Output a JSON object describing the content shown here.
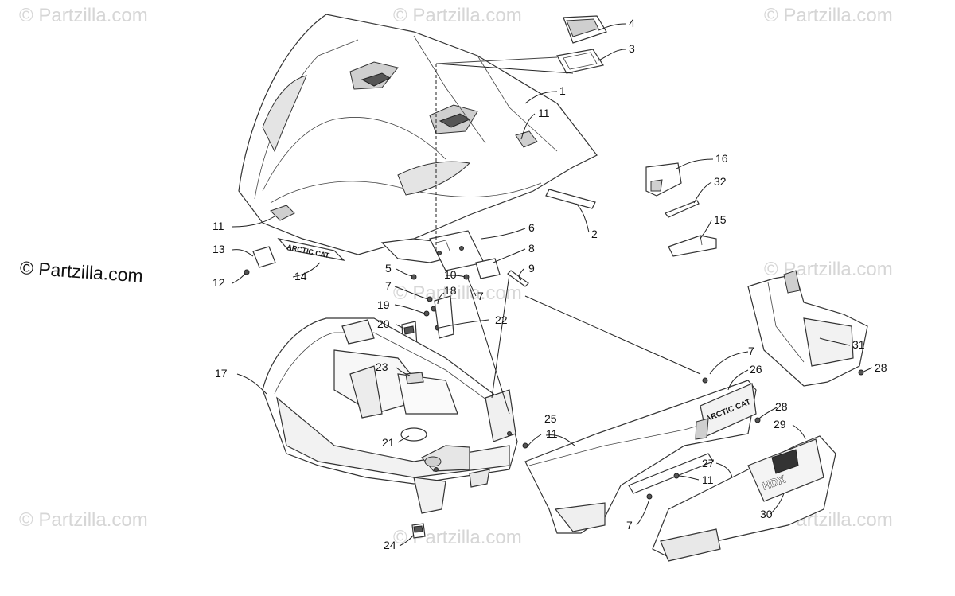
{
  "watermark": {
    "text": "© Partzilla.com",
    "side_text": "© Partzilla.com"
  },
  "diagram": {
    "callouts": [
      "1",
      "2",
      "3",
      "4",
      "5",
      "6",
      "7",
      "7",
      "7",
      "7",
      "7",
      "8",
      "9",
      "10",
      "11",
      "11",
      "11",
      "11",
      "11",
      "12",
      "13",
      "14",
      "15",
      "16",
      "17",
      "18",
      "19",
      "20",
      "21",
      "22",
      "23",
      "24",
      "25",
      "26",
      "27",
      "28",
      "28",
      "29",
      "30",
      "31",
      "32"
    ],
    "decal_text": "ARCTIC CAT",
    "decal_text_side": "ARCTIC CAT",
    "decal_text_panel": "HDX"
  }
}
